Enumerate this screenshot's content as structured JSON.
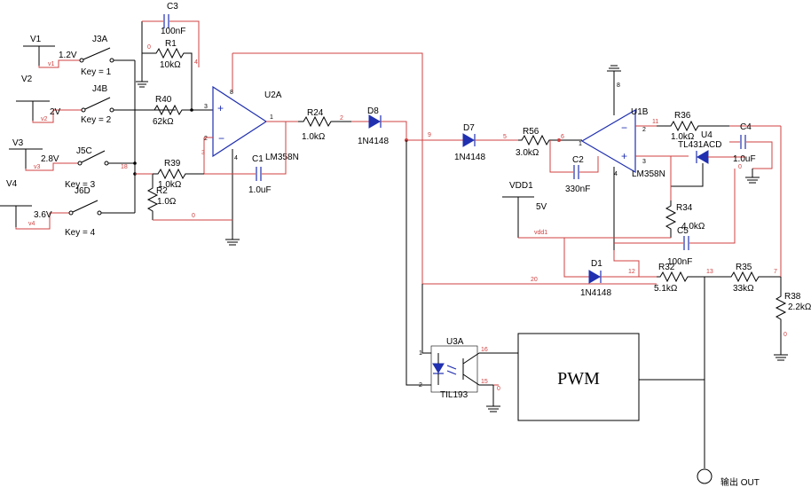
{
  "components": {
    "v1": {
      "ref": "V1",
      "value": "1.2V",
      "node": "v1"
    },
    "v2": {
      "ref": "V2",
      "value": "2V",
      "node": "v2"
    },
    "v3": {
      "ref": "V3",
      "value": "2.8V",
      "node": "v3"
    },
    "v4": {
      "ref": "V4",
      "value": "3.6V",
      "node": "v4"
    },
    "j3": {
      "ref": "J3A",
      "key": "Key = 1"
    },
    "j4": {
      "ref": "J4B",
      "key": "Key = 2"
    },
    "j5": {
      "ref": "J5C",
      "key": "Key = 3"
    },
    "j6": {
      "ref": "J6D",
      "key": "Key = 4"
    },
    "c3": {
      "ref": "C3",
      "value": "100nF"
    },
    "r1": {
      "ref": "R1",
      "value": "10kΩ"
    },
    "r40": {
      "ref": "R40",
      "value": "62kΩ"
    },
    "r39": {
      "ref": "R39",
      "value": "1.0kΩ"
    },
    "r2": {
      "ref": "R2",
      "value": "1.0Ω"
    },
    "u2a": {
      "ref": "U2A",
      "part": "LM358N"
    },
    "c1": {
      "ref": "C1",
      "value": "1.0uF"
    },
    "r24": {
      "ref": "R24",
      "value": "1.0kΩ"
    },
    "d8": {
      "ref": "D8",
      "part": "1N4148"
    },
    "d7": {
      "ref": "D7",
      "part": "1N4148"
    },
    "r56": {
      "ref": "R56",
      "value": "3.0kΩ"
    },
    "c2": {
      "ref": "C2",
      "value": "330nF"
    },
    "u1b": {
      "ref": "U1B",
      "part": "LM358N"
    },
    "r36": {
      "ref": "R36",
      "value": "1.0kΩ"
    },
    "u4": {
      "ref": "U4",
      "part": "TL431ACD"
    },
    "c4": {
      "ref": "C4",
      "value": "1.0uF"
    },
    "vdd1": {
      "ref": "VDD1",
      "value": "5V",
      "node": "vdd1"
    },
    "r34": {
      "ref": "R34",
      "value": "4.0kΩ"
    },
    "c5": {
      "ref": "C5",
      "value": "100nF"
    },
    "d1": {
      "ref": "D1",
      "part": "1N4148"
    },
    "r32": {
      "ref": "R32",
      "value": "5.1kΩ"
    },
    "r35": {
      "ref": "R35",
      "value": "33kΩ"
    },
    "r38": {
      "ref": "R38",
      "value": "2.2kΩ"
    },
    "u3a": {
      "ref": "U3A",
      "part": "TIL193"
    },
    "pwm": {
      "label": "PWM"
    },
    "output": {
      "label": "输出  OUT"
    }
  },
  "nodes": [
    "0",
    "3",
    "4",
    "8",
    "18",
    "1",
    "2",
    "9",
    "5",
    "6",
    "11",
    "12",
    "7",
    "13",
    "20",
    "16",
    "15"
  ],
  "pins": [
    "1",
    "2",
    "3",
    "4",
    "8"
  ],
  "colors": {
    "wire": "#d04040",
    "symbol": "#2030b0",
    "component": "#000000"
  }
}
